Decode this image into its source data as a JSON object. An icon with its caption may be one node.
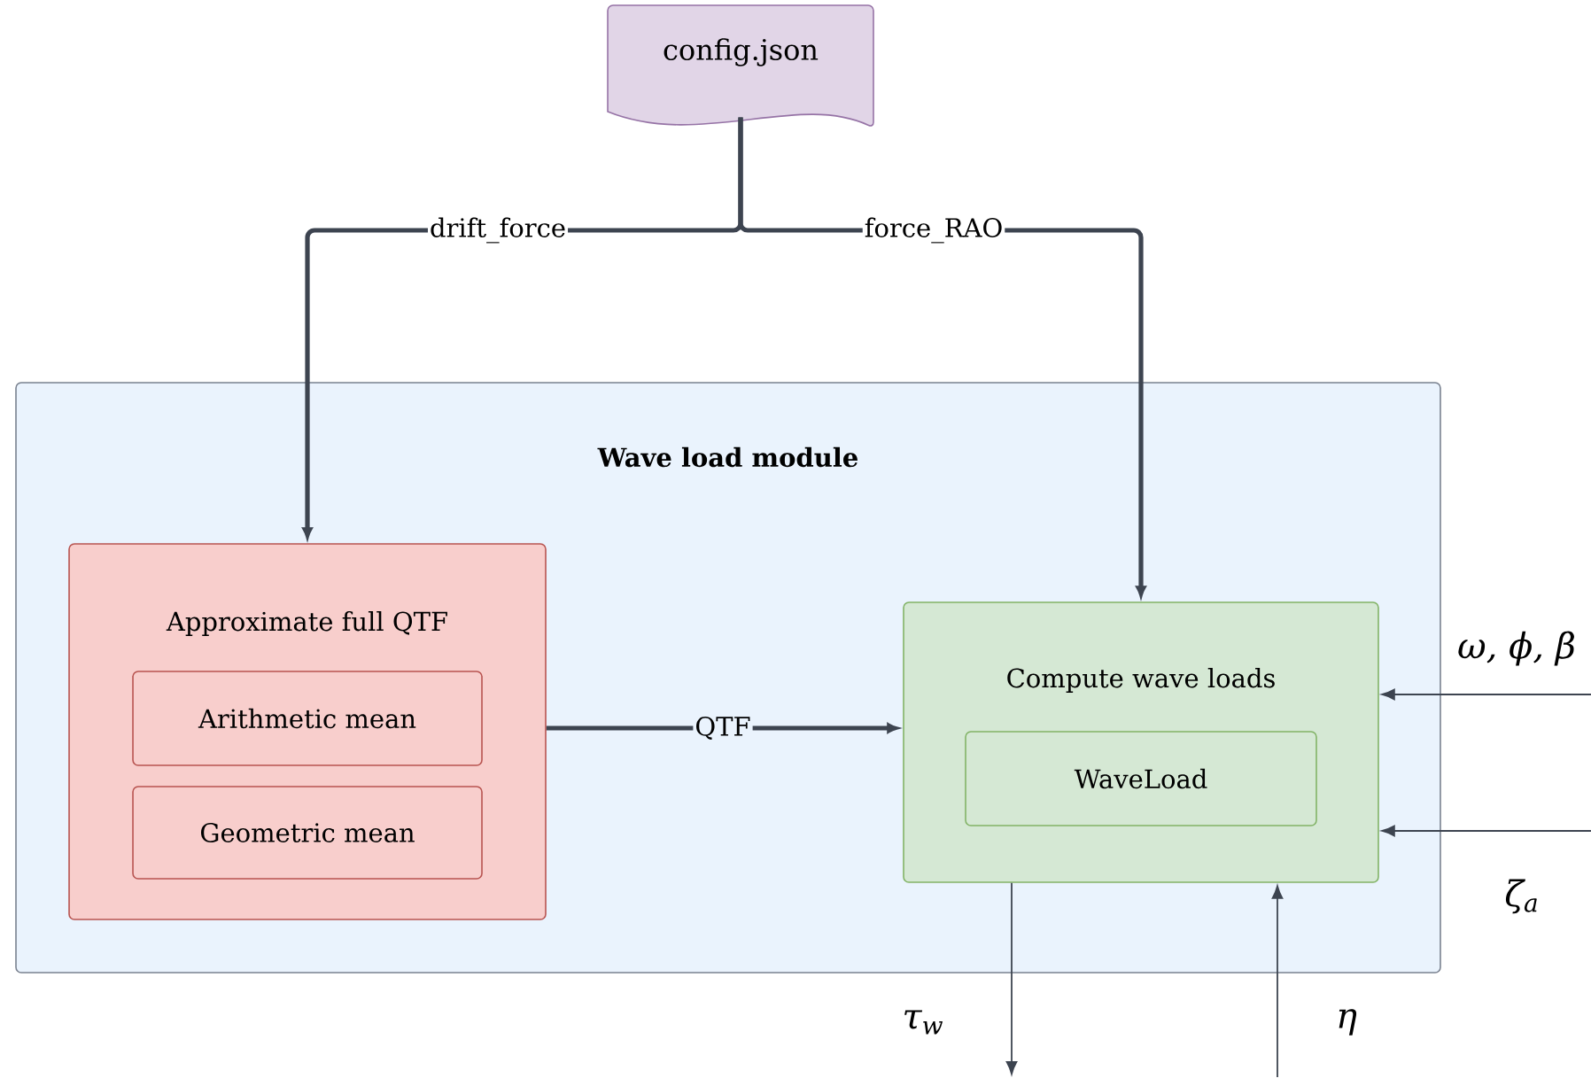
{
  "diagram": {
    "nodes": [
      {
        "text": [
          "config.json"
        ]
      },
      {
        "text": [
          "Wave load module"
        ]
      },
      {
        "text": [
          "Approximate full QTF"
        ],
        "in": 1
      },
      {
        "text": [
          "Arithmetic mean"
        ],
        "in": 2
      },
      {
        "text": [
          "Geometric mean"
        ],
        "in": 2
      },
      {
        "text": [
          "Compute wave loads"
        ],
        "in": 1
      },
      {
        "text": [
          "WaveLoad"
        ],
        "in": 5
      }
    ],
    "edges": [
      {
        "from": 0,
        "to": 2,
        "arrow": "to",
        "label": "drift_force",
        "style": "thick"
      },
      {
        "from": 0,
        "to": 5,
        "arrow": "to",
        "label": "force_RAO",
        "style": "thick"
      },
      {
        "from": 2,
        "to": 5,
        "arrow": "to",
        "label": "QTF",
        "style": "thick"
      },
      {
        "from": null,
        "to": 5,
        "arrow": "to",
        "label": "ω, ϕ, β"
      },
      {
        "from": null,
        "to": 5,
        "arrow": "to",
        "label": "ζ$_{a}$"
      },
      {
        "from": 5,
        "to": null,
        "arrow": "to",
        "label": "τ$_{w}$"
      },
      {
        "from": null,
        "to": 5,
        "arrow": "to",
        "label": "η"
      }
    ]
  }
}
